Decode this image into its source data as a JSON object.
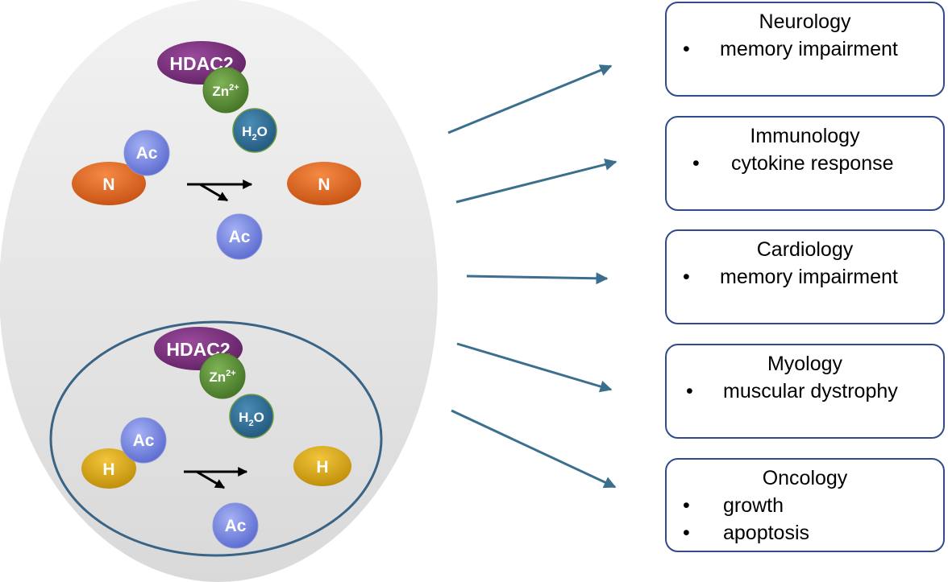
{
  "top_reaction": {
    "enzyme": "HDAC2",
    "zinc": "Zn",
    "zinc_charge": "2+",
    "water_h": "H",
    "water_sub": "2",
    "water_o": "O",
    "acetyl": "Ac",
    "substrate": "N",
    "product": "N",
    "released": "Ac"
  },
  "bottom_reaction": {
    "enzyme": "HDAC2",
    "zinc": "Zn",
    "zinc_charge": "2+",
    "water_h": "H",
    "water_sub": "2",
    "water_o": "O",
    "acetyl": "Ac",
    "substrate": "H",
    "product": "H",
    "released": "Ac"
  },
  "colors": {
    "cell": "#e6e6e6",
    "nucleus_border": "#3a6485",
    "hdac2": "#7a2e7c",
    "zinc": "#5a8e35",
    "water": "#2f6f96",
    "acetyl": "#6f7fe0",
    "nonhistone": "#e0621c",
    "histone": "#d8a10c",
    "pathway_arrow": "#3b6f8e",
    "box_border": "#2f4b8a"
  },
  "fields": [
    {
      "title": "Neurology",
      "bullet": "•",
      "items": [
        "memory impairment"
      ]
    },
    {
      "title": "Immunology",
      "bullet": "•",
      "items": [
        "cytokine response"
      ]
    },
    {
      "title": "Cardiology",
      "bullet": "•",
      "items": [
        "memory impairment"
      ]
    },
    {
      "title": "Myology",
      "bullet": "•",
      "items": [
        "muscular dystrophy"
      ]
    },
    {
      "title": "Oncology",
      "bullet": "•",
      "items": [
        "growth",
        "apoptosis"
      ]
    }
  ]
}
